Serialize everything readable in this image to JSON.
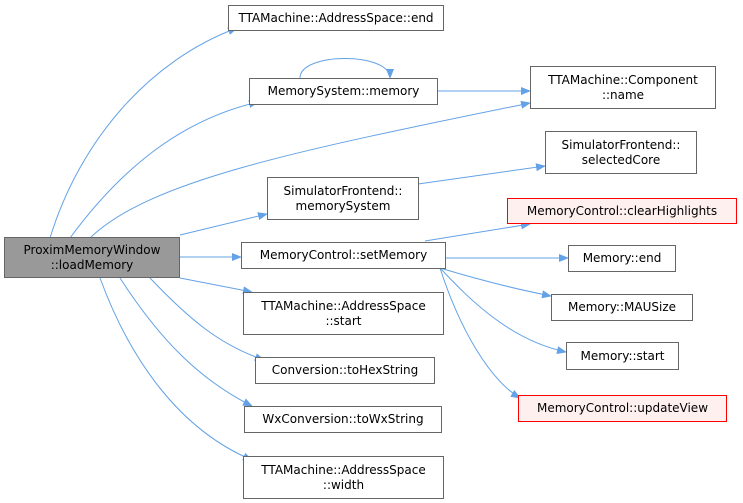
{
  "root": {
    "line1": "ProximMemoryWindow",
    "line2": "::loadMemory"
  },
  "nodes": {
    "as_end": {
      "line1": "TTAMachine::AddressSpace::end"
    },
    "memsys_memory": {
      "line1": "MemorySystem::memory"
    },
    "component_name": {
      "line1": "TTAMachine::Component",
      "line2": "::name"
    },
    "selected_core": {
      "line1": "SimulatorFrontend::",
      "line2": "selectedCore"
    },
    "memory_system": {
      "line1": "SimulatorFrontend::",
      "line2": "memorySystem"
    },
    "clear_highlights": {
      "line1": "MemoryControl::clearHighlights"
    },
    "set_memory": {
      "line1": "MemoryControl::setMemory"
    },
    "memory_end": {
      "line1": "Memory::end"
    },
    "mau_size": {
      "line1": "Memory::MAUSize"
    },
    "as_start": {
      "line1": "TTAMachine::AddressSpace",
      "line2": "::start"
    },
    "memory_start": {
      "line1": "Memory::start"
    },
    "to_hex": {
      "line1": "Conversion::toHexString"
    },
    "update_view": {
      "line1": "MemoryControl::updateView"
    },
    "to_wx": {
      "line1": "WxConversion::toWxString"
    },
    "as_width": {
      "line1": "TTAMachine::AddressSpace",
      "line2": "::width"
    }
  },
  "colors": {
    "edge": "#63a2e6",
    "root_fill": "#999999",
    "highlight_border": "#ff0000",
    "node_border": "#666666"
  }
}
